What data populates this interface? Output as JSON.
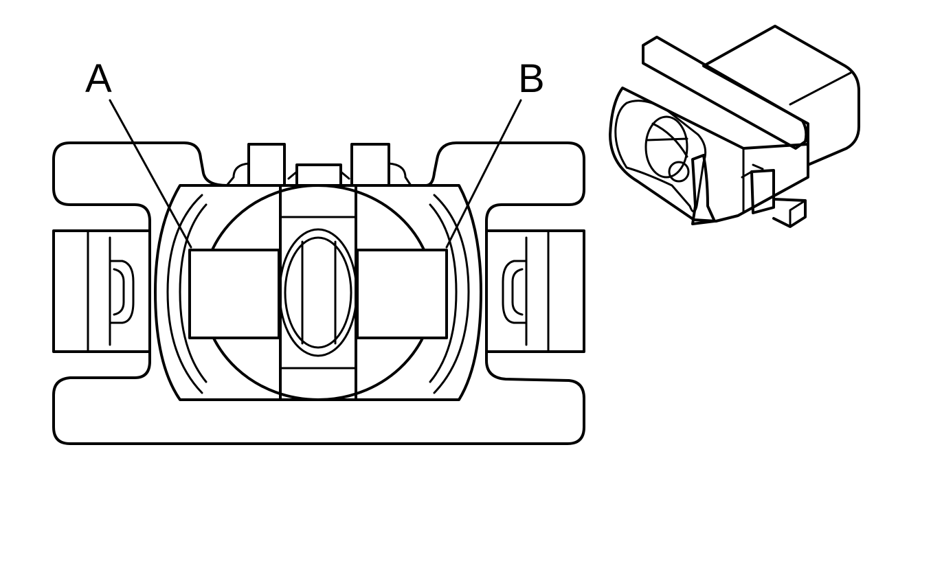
{
  "callouts": {
    "a": "A",
    "b": "B"
  },
  "views": {
    "front": "connector-front-face-view",
    "iso": "connector-isometric-view"
  },
  "colors": {
    "line": "#000000",
    "background": "#ffffff"
  }
}
